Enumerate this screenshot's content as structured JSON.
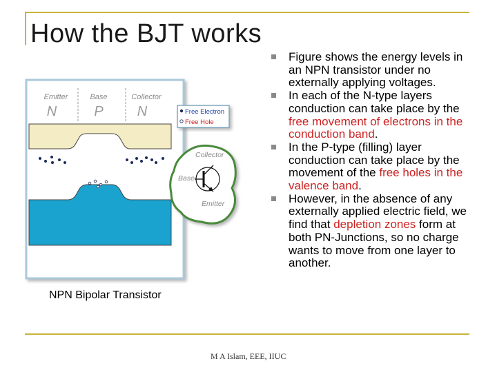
{
  "title": "How the BJT works",
  "diagram": {
    "emitter_label": "Emitter",
    "base_label": "Base",
    "collector_label": "Collector",
    "emitter_type": "N",
    "base_type": "P",
    "collector_type": "N",
    "legend_electron": "Free Electron",
    "legend_hole": "Free Hole",
    "symbol_collector": "Collector",
    "symbol_base": "Base",
    "symbol_emitter": "Emitter"
  },
  "caption": "NPN Bipolar Transistor",
  "bullets": [
    {
      "parts": [
        {
          "t": "Figure shows the energy levels in an NPN transistor under no externally applying voltages.",
          "red": false
        }
      ]
    },
    {
      "parts": [
        {
          "t": "In each of the N-type layers conduction can take place by the ",
          "red": false
        },
        {
          "t": "free movement of electrons in the conduction band",
          "red": true
        },
        {
          "t": ".",
          "red": false
        }
      ]
    },
    {
      "parts": [
        {
          "t": "In the P-type (filling) layer conduction can take place by the movement of the ",
          "red": false
        },
        {
          "t": "free holes in the valence band",
          "red": true
        },
        {
          "t": ".",
          "red": false
        }
      ]
    },
    {
      "parts": [
        {
          "t": "However, in the absence of any externally applied electric field, we find that ",
          "red": false
        },
        {
          "t": "depletion zones",
          "red": true
        },
        {
          "t": " form at both PN-Junctions, so no charge wants to move from one layer to another.",
          "red": false
        }
      ]
    }
  ],
  "footer": "M A Islam, EEE, IIUC",
  "colors": {
    "rule": "#c8b43a",
    "highlight": "#cc2222",
    "valence": "#1aa3cf",
    "conduction": "#f3ecc4"
  }
}
